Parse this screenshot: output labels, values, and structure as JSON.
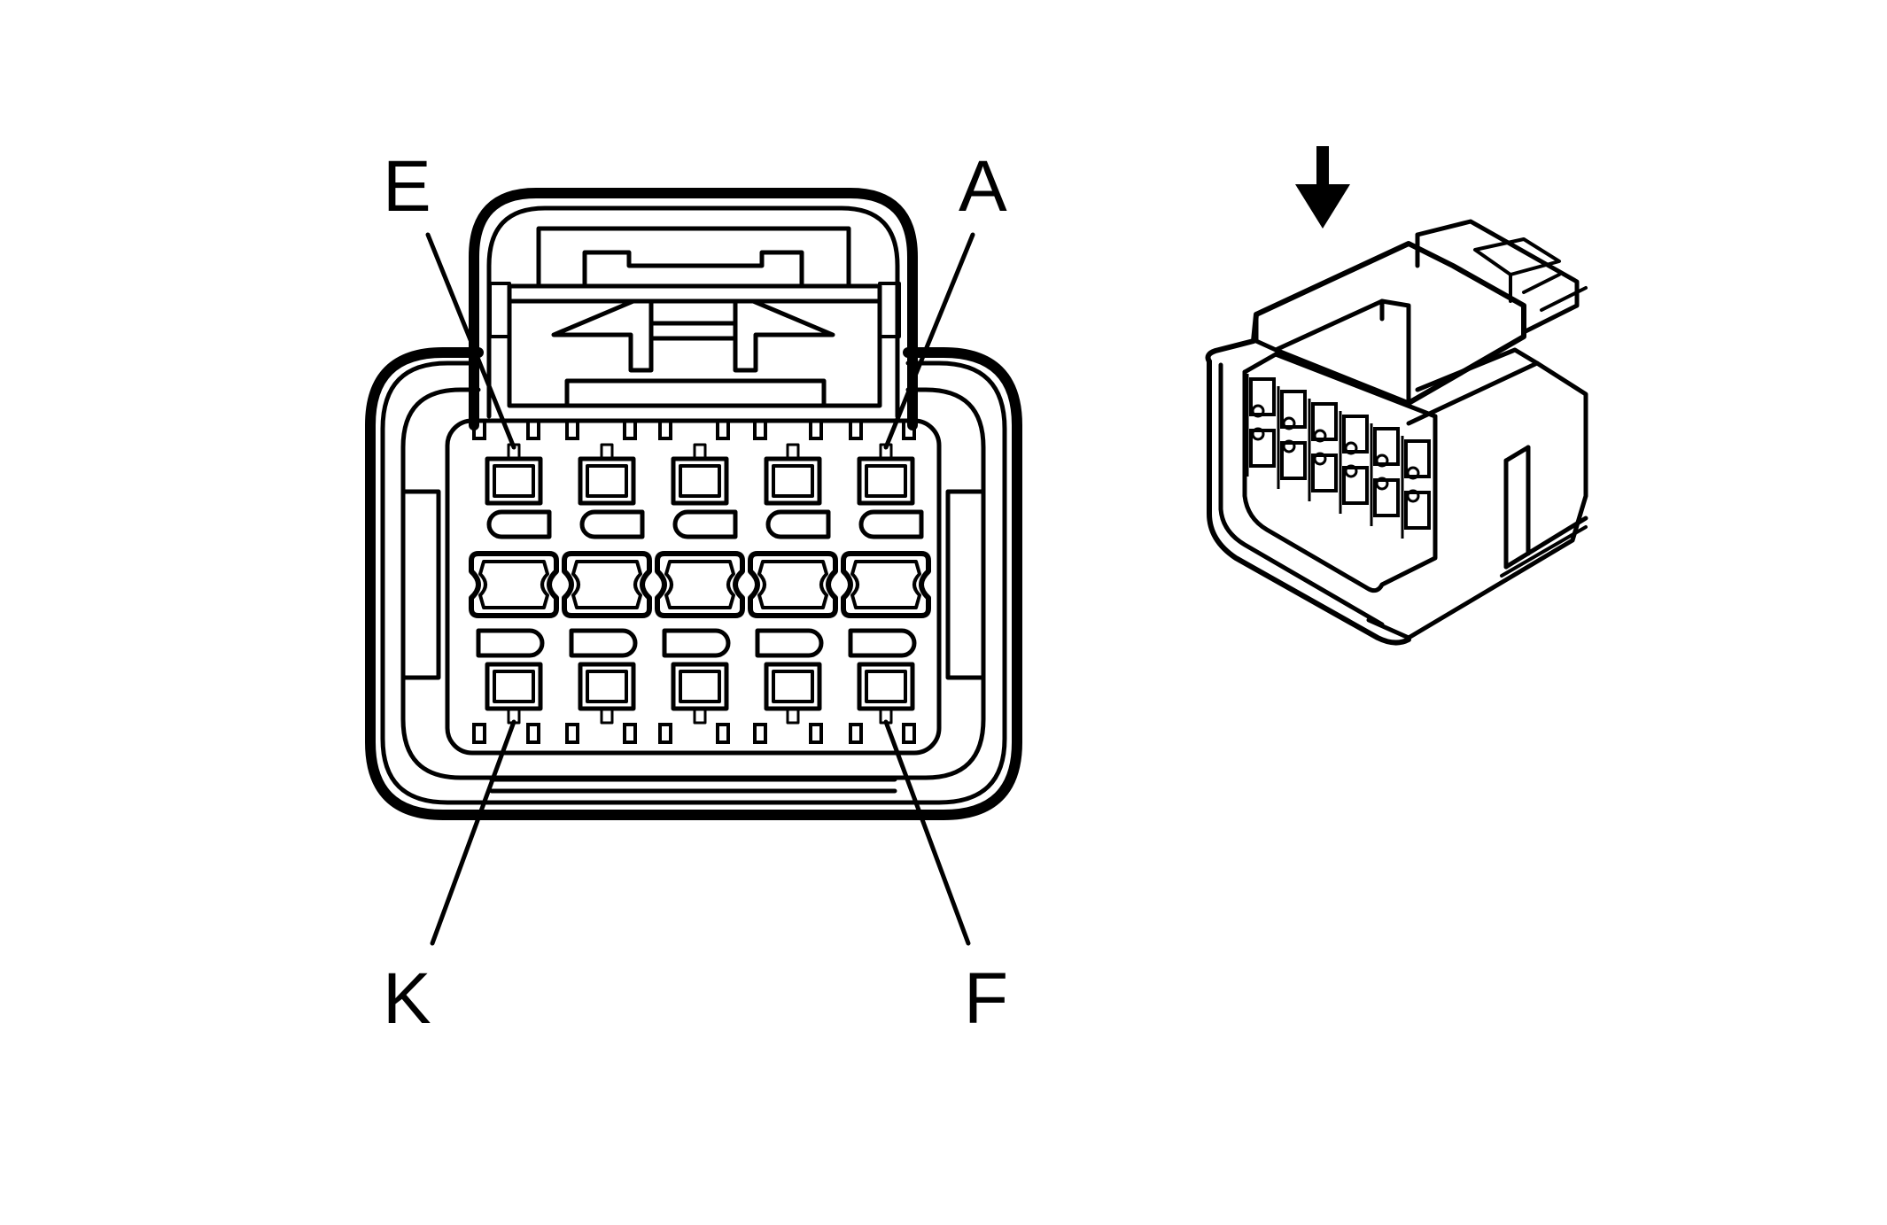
{
  "pin_labels": {
    "top_left": "E",
    "top_right": "A",
    "bottom_left": "K",
    "bottom_right": "F"
  },
  "icons": [
    "insertion-arrow-icon"
  ],
  "colors": {
    "stroke": "#000000",
    "background": "#ffffff"
  }
}
